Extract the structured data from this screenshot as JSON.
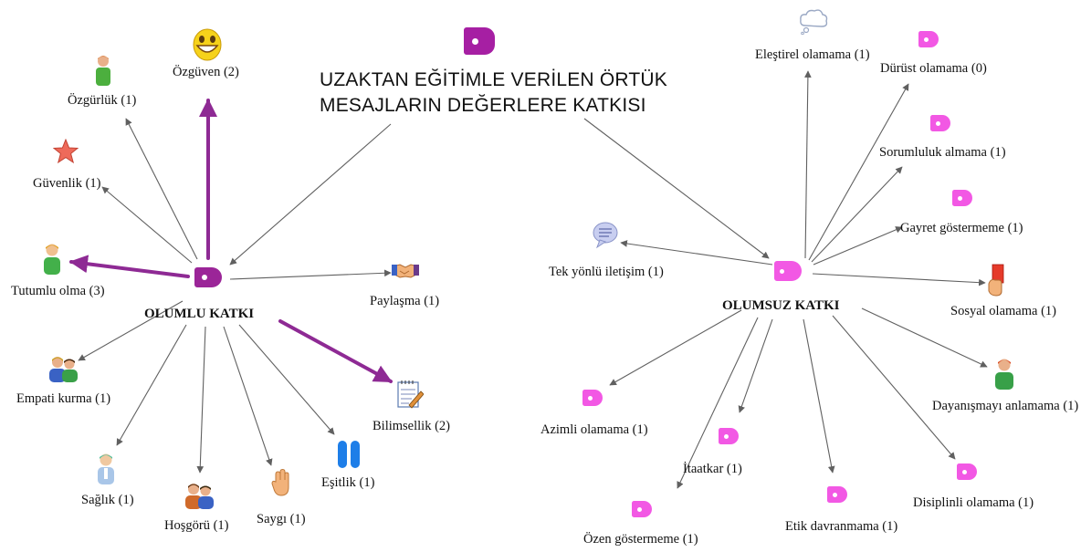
{
  "root": {
    "title_line1": "UZAKTAN EĞİTİMLE VERİLEN ÖRTÜK",
    "title_line2": "MESAJLARIN DEĞERLERE KATKISI"
  },
  "positive": {
    "label": "OLUMLU KATKI",
    "items": {
      "ozguven": "Özgüven (2)",
      "ozgurluk": "Özgürlük (1)",
      "guvenlik": "Güvenlik (1)",
      "tutumlu": "Tutumlu olma (3)",
      "empati": "Empati kurma (1)",
      "saglik": "Sağlık (1)",
      "hosgoru": "Hoşgörü (1)",
      "saygi": "Saygı (1)",
      "esitlik": "Eşitlik (1)",
      "bilimsellik": "Bilimsellik (2)",
      "paylasma": "Paylaşma (1)"
    }
  },
  "negative": {
    "label": "OLUMSUZ KATKI",
    "items": {
      "elestirel": "Eleştirel olamama (1)",
      "durust": "Dürüst olamama (0)",
      "sorumluluk": "Sorumluluk almama (1)",
      "gayret": "Gayret göstermeme (1)",
      "tekyonlu": "Tek yönlü iletişim (1)",
      "sosyal": "Sosyal olamama (1)",
      "dayanisma": "Dayanışmayı anlamama (1)",
      "disiplin": "Disiplinli olamama (1)",
      "etik": "Etik davranmama (1)",
      "itaatkar": "İtaatkar (1)",
      "ozen": "Özen göstermeme (1)",
      "azimli": "Azimli olamama (1)"
    }
  },
  "colors": {
    "edge": "#606060",
    "emphasis": "#8e2a94",
    "tag_pink": "#f258e4",
    "tag_purple": "#9b2598"
  }
}
